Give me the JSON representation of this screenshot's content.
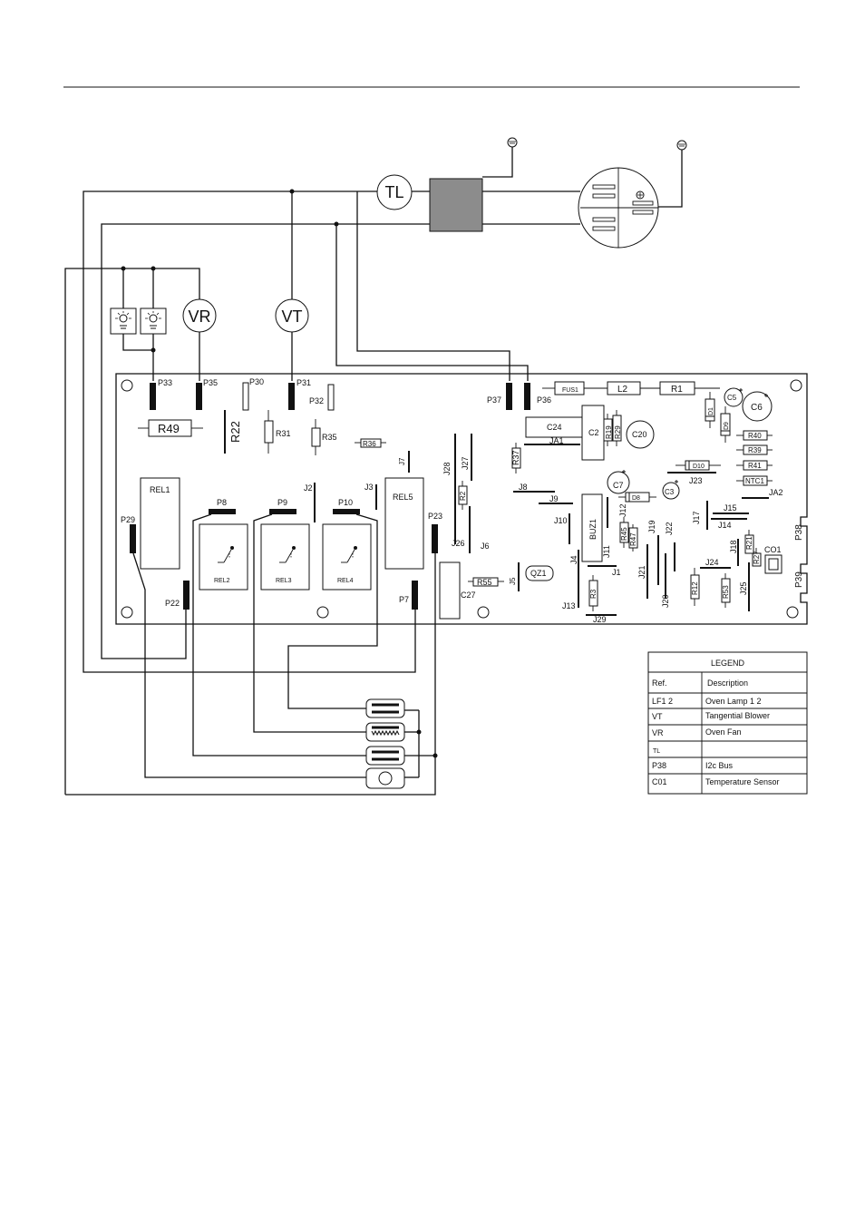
{
  "labels": {
    "tl": "TL",
    "vr": "VR",
    "vt": "VT",
    "p38": "P38",
    "p39": "P39",
    "pins": {
      "P33": "P33",
      "P35": "P35",
      "P30": "P30",
      "P31": "P31",
      "P32": "P32",
      "P37": "P37",
      "P36": "P36",
      "P29": "P29",
      "P22": "P22",
      "P8": "P8",
      "P9": "P9",
      "P10": "P10",
      "P23": "P23",
      "P7": "P7"
    },
    "components": {
      "R49": "R49",
      "R22": "R22",
      "R31": "R31",
      "R35": "R35",
      "R36": "R36",
      "REL1": "REL1",
      "REL2": "REL2",
      "REL3": "REL3",
      "REL4": "REL4",
      "REL5": "REL5",
      "J2": "J2",
      "J3": "J3",
      "J7": "J7",
      "J28": "J28",
      "J27": "J27",
      "R2": "R2",
      "J26": "J26",
      "J6": "J6",
      "C27": "C27",
      "R55": "R55",
      "J5": "J5",
      "QZ1": "QZ1",
      "FUS1": "FUS1",
      "L2": "L2",
      "R1": "R1",
      "C24": "C24",
      "C2": "C2",
      "R19": "R19",
      "R29": "R29",
      "C20": "C20",
      "JA1": "JA1",
      "R37": "R37",
      "D1": "D1",
      "D9": "D9",
      "C5": "C5",
      "C6": "C6",
      "R40": "R40",
      "R39": "R39",
      "R41": "R41",
      "NTC1": "NTC1",
      "JA2": "JA2",
      "D10": "D10",
      "J23": "J23",
      "C7": "C7",
      "C3": "C3",
      "D8": "D8",
      "J8": "J8",
      "J9": "J9",
      "J10": "J10",
      "BUZ1": "BUZ1",
      "J12": "J12",
      "R45": "R45",
      "R47": "R47",
      "J19": "J19",
      "J22": "J22",
      "J17": "J17",
      "J15": "J15",
      "J14": "J14",
      "J11": "J11",
      "J4": "J4",
      "J1": "J1",
      "J21": "J21",
      "J20": "J20",
      "J24": "J24",
      "R12": "R12",
      "R53": "R53",
      "J25": "J25",
      "J18": "J18",
      "R21": "R21",
      "R27": "R27",
      "CO1": "CO1",
      "J13": "J13",
      "R3": "R3",
      "J29": "J29"
    }
  },
  "legend": {
    "title": "LEGEND",
    "headers": [
      "Ref.",
      "Description"
    ],
    "rows": [
      [
        "LF1 2",
        "Oven Lamp 1 2"
      ],
      [
        "VT",
        "Tangential Blower"
      ],
      [
        "VR",
        "Oven Fan"
      ],
      [
        "TL",
        ""
      ],
      [
        "P38",
        "I2c Bus"
      ],
      [
        "C01",
        "Temperature Sensor"
      ]
    ]
  }
}
